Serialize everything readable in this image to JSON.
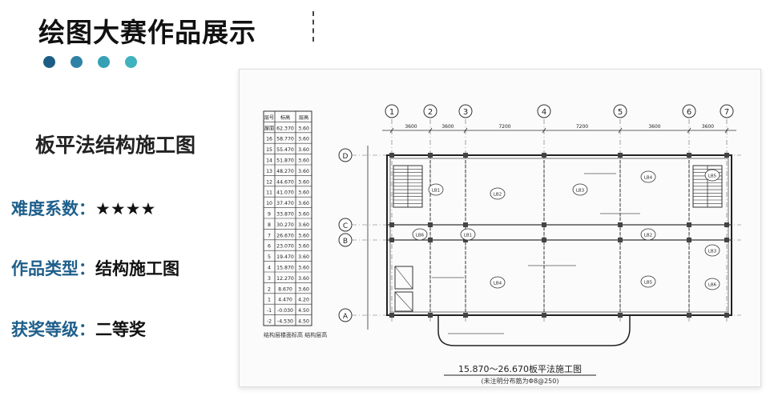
{
  "page": {
    "title": "绘图大赛作品展示",
    "accent_dots": [
      "#1c5d86",
      "#2f82a6",
      "#37a0b5",
      "#3fb2bd"
    ]
  },
  "work": {
    "name": "板平法结构施工图",
    "rows": [
      {
        "label": "难度系数：",
        "value": "★★★★"
      },
      {
        "label": "作品类型：",
        "value": "结构施工图"
      },
      {
        "label": "获奖等级：",
        "value": "二等奖"
      }
    ]
  },
  "drawing": {
    "title": "15.870～26.670板平法施工图",
    "note": "(未注明分布筋为Φ8@250)",
    "axis_numbers": [
      "1",
      "2",
      "3",
      "4",
      "5",
      "6",
      "7"
    ],
    "axis_letters": [
      "D",
      "C",
      "B",
      "A"
    ],
    "spans": [
      "3600",
      "3600",
      "7200",
      "7200",
      "3600",
      "3600"
    ],
    "slab_labels": [
      "LB1",
      "LB2",
      "LB3",
      "LB4",
      "LB5",
      "LB6",
      "LB1",
      "LB2",
      "LB3",
      "LB4",
      "LB5",
      "LB6"
    ],
    "floor_table": {
      "header": [
        "层号",
        "标高",
        "层高"
      ],
      "rows": [
        [
          "屋面",
          "62.370",
          "3.60"
        ],
        [
          "16",
          "58.770",
          "3.60"
        ],
        [
          "15",
          "55.470",
          "3.60"
        ],
        [
          "14",
          "51.870",
          "3.60"
        ],
        [
          "13",
          "48.270",
          "3.60"
        ],
        [
          "12",
          "44.670",
          "3.60"
        ],
        [
          "11",
          "41.070",
          "3.60"
        ],
        [
          "10",
          "37.470",
          "3.60"
        ],
        [
          "9",
          "33.870",
          "3.60"
        ],
        [
          "8",
          "30.270",
          "3.60"
        ],
        [
          "7",
          "26.670",
          "3.60"
        ],
        [
          "6",
          "23.070",
          "3.60"
        ],
        [
          "5",
          "19.470",
          "3.60"
        ],
        [
          "4",
          "15.870",
          "3.60"
        ],
        [
          "3",
          "12.270",
          "3.60"
        ],
        [
          "2",
          "8.670",
          "3.60"
        ],
        [
          "1",
          "4.470",
          "4.20"
        ],
        [
          "-1",
          "-0.030",
          "4.50"
        ],
        [
          "-2",
          "-4.530",
          "4.50"
        ]
      ],
      "footer": "结构层楼面标高 结构层高"
    }
  }
}
